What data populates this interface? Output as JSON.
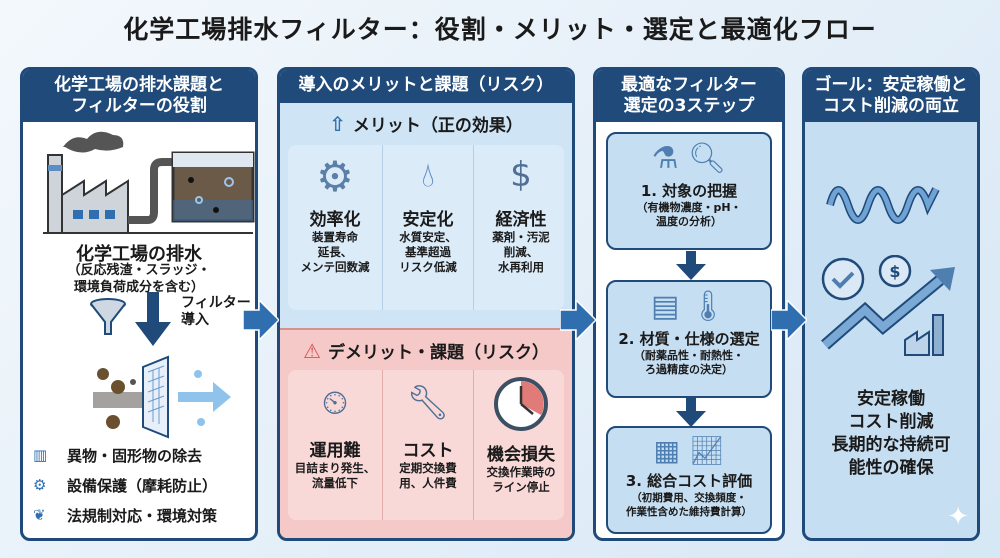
{
  "title": "化学工場排水フィルター：役割・メリット・選定と最適化フロー",
  "col1": {
    "header": [
      "化学工場の排水課題と",
      "フィルターの役割"
    ],
    "wastewater_title": "化学工場の排水",
    "wastewater_desc": [
      "（反応残渣・スラッジ・",
      "環境負荷成分を含む）"
    ],
    "filter_intro": [
      "フィルター",
      "導入"
    ],
    "roles": [
      {
        "icon": "filter-icon",
        "label": "異物・固形物の除去"
      },
      {
        "icon": "pump-icon",
        "label": "設備保護（摩耗防止）"
      },
      {
        "icon": "leaf-check-icon",
        "label": "法規制対応・環境対策"
      }
    ]
  },
  "col2": {
    "header": "導入のメリットと課題（リスク）",
    "merit_title": "メリット（正の効果）",
    "merits": [
      {
        "icon": "gear-arrow-icon",
        "title": "効率化",
        "desc": [
          "装置寿命",
          "延長、",
          "メンテ回数減"
        ]
      },
      {
        "icon": "water-drop-icon",
        "title": "安定化",
        "desc": [
          "水質安定、",
          "基準超過",
          "リスク低減"
        ]
      },
      {
        "icon": "money-bag-icon",
        "title": "経済性",
        "desc": [
          "薬剤・汚泥",
          "削減、",
          "水再利用"
        ]
      }
    ],
    "demerit_title": "デメリット・課題（リスク）",
    "demerits": [
      {
        "icon": "clogged-filter-gauge-icon",
        "title": "運用難",
        "desc": [
          "目詰まり発生、",
          "流量低下"
        ]
      },
      {
        "icon": "coins-wrench-icon",
        "title": "コスト",
        "desc": [
          "定期交換費",
          "用、人件費"
        ]
      },
      {
        "icon": "clock-icon",
        "title": "機会損失",
        "desc": [
          "交換作業時の",
          "ライン停止"
        ]
      }
    ]
  },
  "col3": {
    "header": [
      "最適なフィルター",
      "選定の3ステップ"
    ],
    "steps": [
      {
        "icon": "flask-magnifier-icon",
        "title": "1. 対象の把握",
        "desc": [
          "（有機物濃度・pH・",
          "温度の分析）"
        ]
      },
      {
        "icon": "filter-thermometer-icon",
        "title": "2. 材質・仕様の選定",
        "desc": [
          "（耐薬品性・耐熱性・",
          "ろ過精度の決定）"
        ]
      },
      {
        "icon": "calculator-chart-icon",
        "title": "3. 総合コスト評価",
        "desc": [
          "（初期費用、交換頻度・",
          "作業性含めた維持費計算）"
        ]
      }
    ]
  },
  "col4": {
    "header": [
      "ゴール：安定稼働と",
      "コスト削減の両立"
    ],
    "goals": [
      "安定稼働",
      "コスト削減",
      "長期的な持続可",
      "能性の確保"
    ]
  },
  "colors": {
    "navy": "#1f4a7a",
    "arrow": "#2f6fb0",
    "merit_bg": "#cfe4f5",
    "demerit_bg": "#f4c9c8",
    "warning": "#d9534f"
  }
}
